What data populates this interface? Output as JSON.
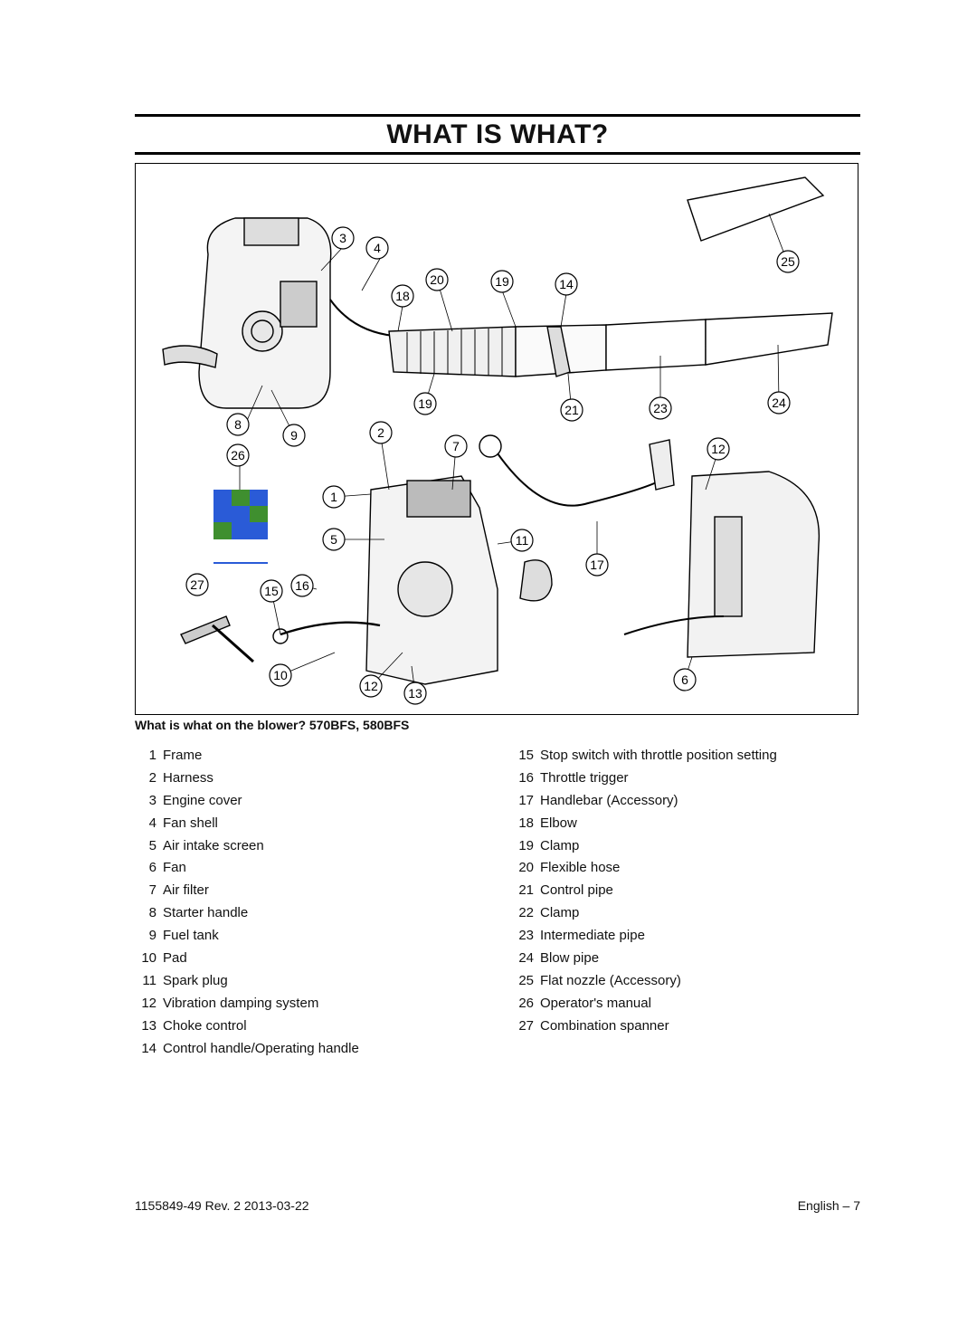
{
  "header": {
    "title": "WHAT IS WHAT?"
  },
  "figure": {
    "callouts": [
      "3",
      "4",
      "25",
      "20",
      "19",
      "14",
      "18",
      "19",
      "21",
      "23",
      "24",
      "8",
      "9",
      "2",
      "7",
      "12",
      "26",
      "1",
      "5",
      "11",
      "17",
      "27",
      "15",
      "16",
      "10",
      "12",
      "13",
      "6"
    ]
  },
  "caption": "What is what on the blower? 570BFS, 580BFS",
  "parts_left": [
    {
      "num": "1",
      "label": "Frame"
    },
    {
      "num": "2",
      "label": "Harness"
    },
    {
      "num": "3",
      "label": "Engine cover"
    },
    {
      "num": "4",
      "label": "Fan shell"
    },
    {
      "num": "5",
      "label": "Air intake screen"
    },
    {
      "num": "6",
      "label": "Fan"
    },
    {
      "num": "7",
      "label": "Air filter"
    },
    {
      "num": "8",
      "label": "Starter handle"
    },
    {
      "num": "9",
      "label": "Fuel tank"
    },
    {
      "num": "10",
      "label": "Pad"
    },
    {
      "num": "11",
      "label": "Spark plug"
    },
    {
      "num": "12",
      "label": "Vibration damping system"
    },
    {
      "num": "13",
      "label": "Choke control"
    },
    {
      "num": "14",
      "label": "Control handle/Operating handle"
    }
  ],
  "parts_right": [
    {
      "num": "15",
      "label": "Stop switch with throttle position setting"
    },
    {
      "num": "16",
      "label": "Throttle trigger"
    },
    {
      "num": "17",
      "label": "Handlebar (Accessory)"
    },
    {
      "num": "18",
      "label": "Elbow"
    },
    {
      "num": "19",
      "label": "Clamp"
    },
    {
      "num": "20",
      "label": "Flexible hose"
    },
    {
      "num": "21",
      "label": "Control pipe"
    },
    {
      "num": "22",
      "label": "Clamp"
    },
    {
      "num": "23",
      "label": "Intermediate pipe"
    },
    {
      "num": "24",
      "label": "Blow pipe"
    },
    {
      "num": "25",
      "label": "Flat nozzle (Accessory)"
    },
    {
      "num": "26",
      "label": "Operator's manual"
    },
    {
      "num": "27",
      "label": "Combination spanner"
    }
  ],
  "footer": {
    "doc_number": "1155849-49 Rev. 2 2013-03-22",
    "page_label": "English – 7"
  },
  "colors": {
    "manual_cover_blue": "#2a5bd7",
    "manual_cover_green": "#3f8f2f"
  }
}
